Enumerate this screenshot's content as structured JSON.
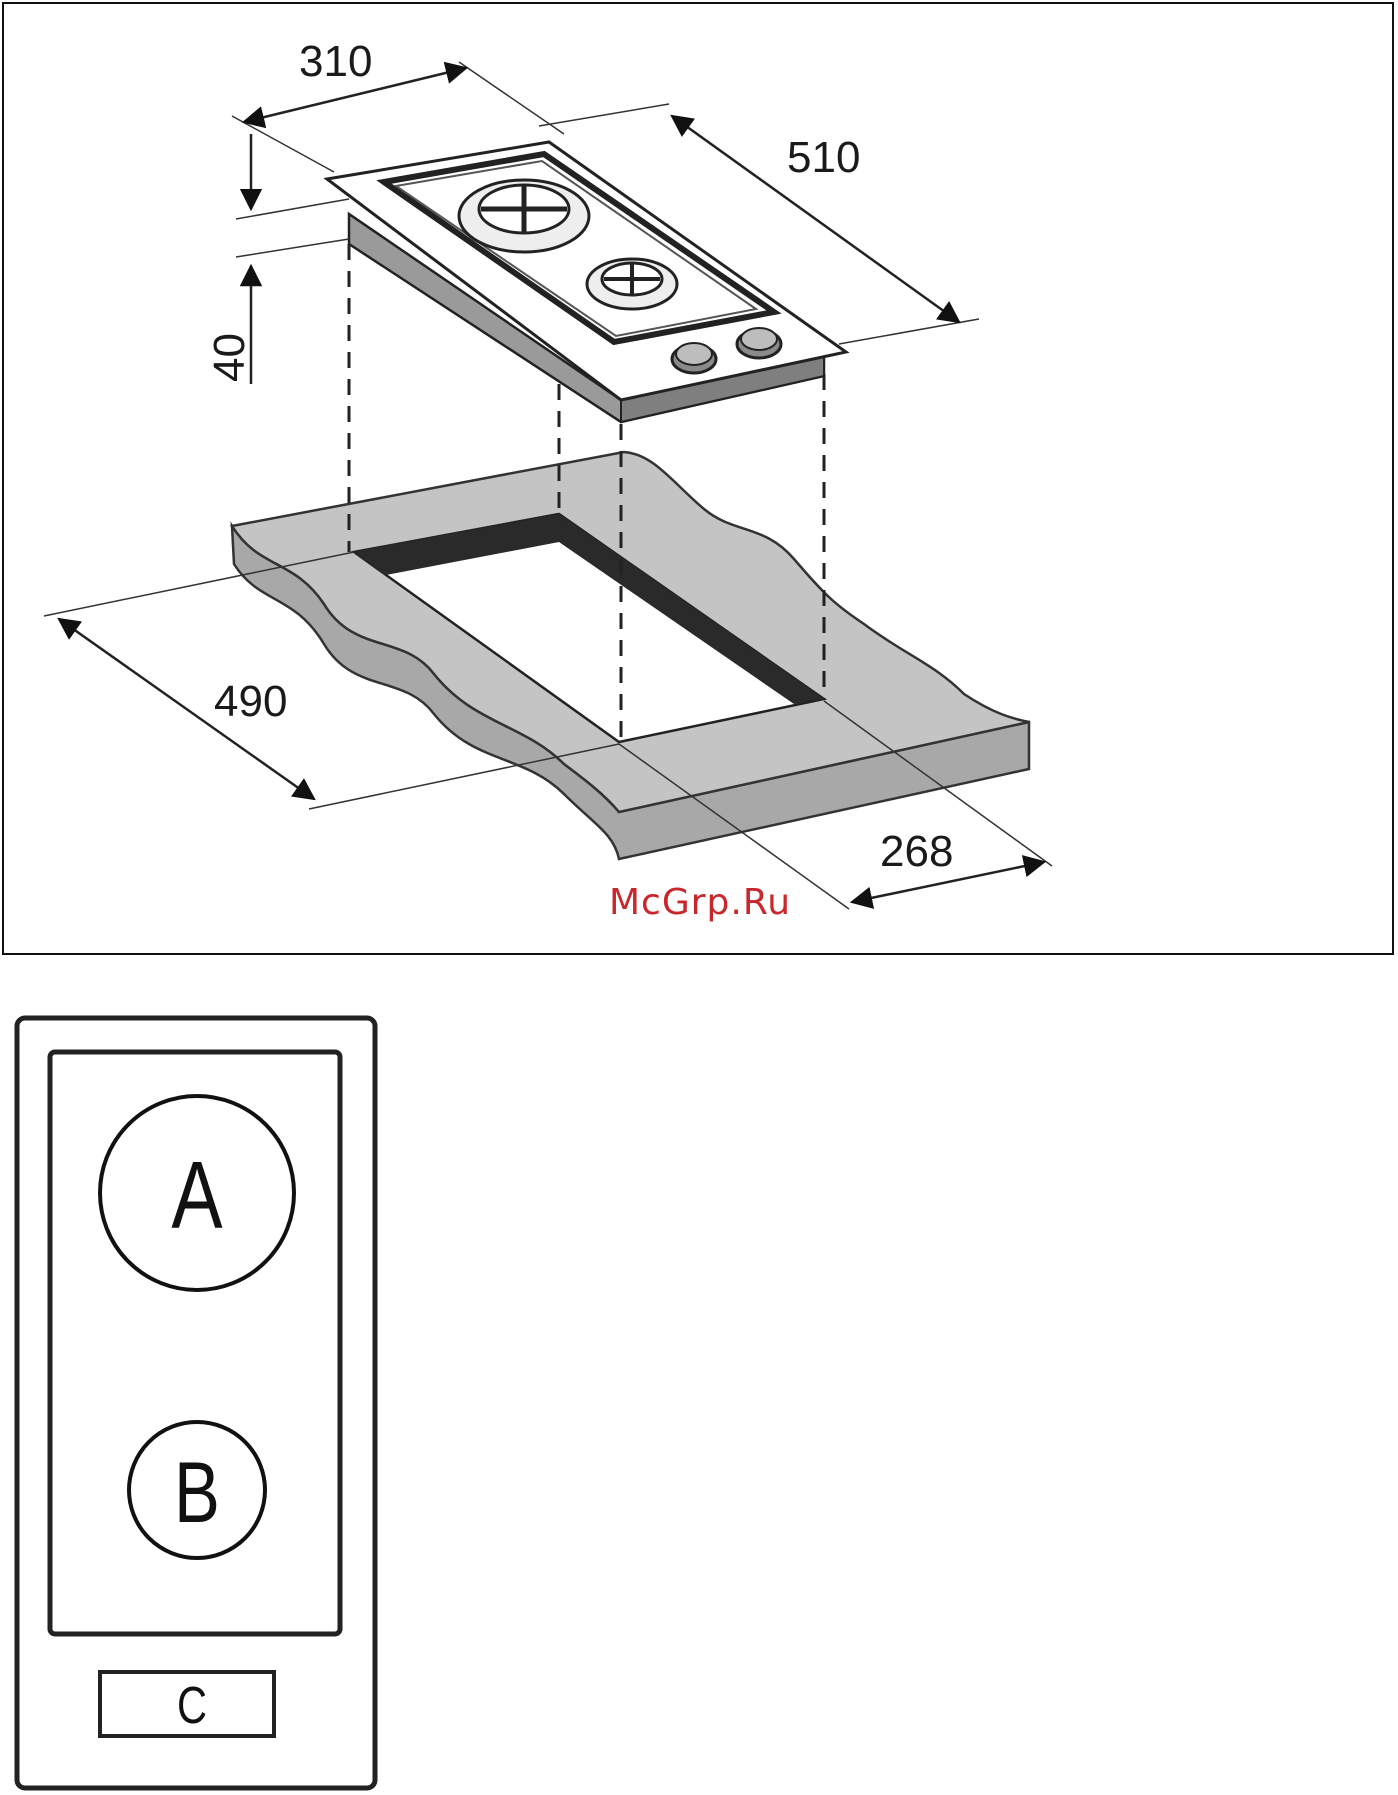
{
  "installation_diagram": {
    "dimensions": {
      "width_label": "310",
      "depth_label": "510",
      "height_label": "40",
      "cutout_depth_label": "490",
      "cutout_width_label": "268"
    },
    "watermark": "McGrp.Ru",
    "colors": {
      "countertop": "#c4c4c4",
      "cutout_wall": "#2a2a2a",
      "hob_body": "#9a9a9a",
      "watermark": "#c8282c"
    }
  },
  "layout_diagram": {
    "zones": [
      {
        "label": "A"
      },
      {
        "label": "B"
      }
    ],
    "control_label": "C"
  }
}
